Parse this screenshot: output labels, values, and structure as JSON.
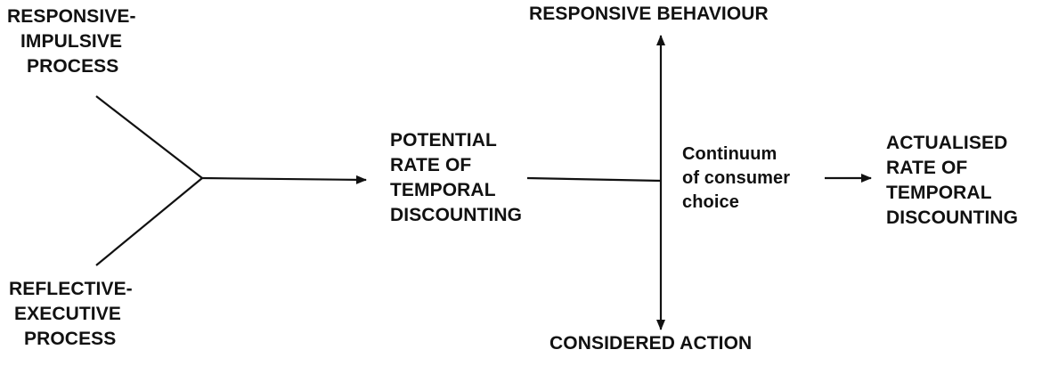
{
  "nodes": {
    "responsive_impulsive": [
      "RESPONSIVE-",
      "IMPULSIVE",
      "PROCESS"
    ],
    "reflective_executive": [
      "REFLECTIVE-",
      "EXECUTIVE",
      "PROCESS"
    ],
    "potential_rate": [
      "POTENTIAL",
      "RATE OF",
      "TEMPORAL",
      "DISCOUNTING"
    ],
    "responsive_behaviour": "RESPONSIVE BEHAVIOUR",
    "considered_action": "CONSIDERED ACTION",
    "continuum": [
      "Continuum",
      "of consumer",
      "choice"
    ],
    "actualised_rate": [
      "ACTUALISED",
      "RATE OF",
      "TEMPORAL",
      "DISCOUNTING"
    ]
  },
  "colors": {
    "stroke": "#111111",
    "text": "#111111",
    "background": "#ffffff"
  }
}
